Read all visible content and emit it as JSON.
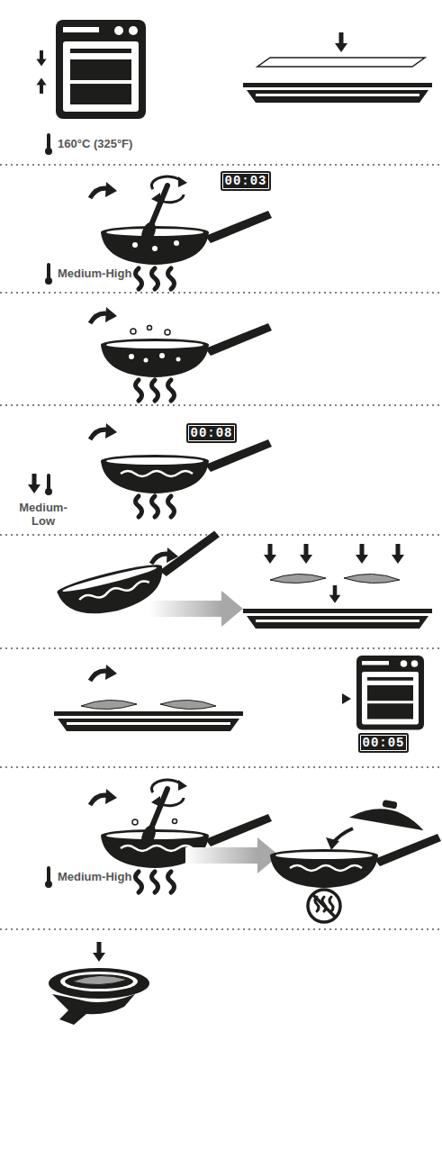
{
  "diagram": {
    "nodes": [
      {
        "text": [
          "00:03"
        ]
      },
      {
        "text": [
          "00:08"
        ]
      },
      {
        "text": [
          "00:05"
        ]
      }
    ],
    "labels": [
      "160°C (325°F)",
      "Medium-High",
      "Medium- Low",
      "Medium-High"
    ]
  }
}
